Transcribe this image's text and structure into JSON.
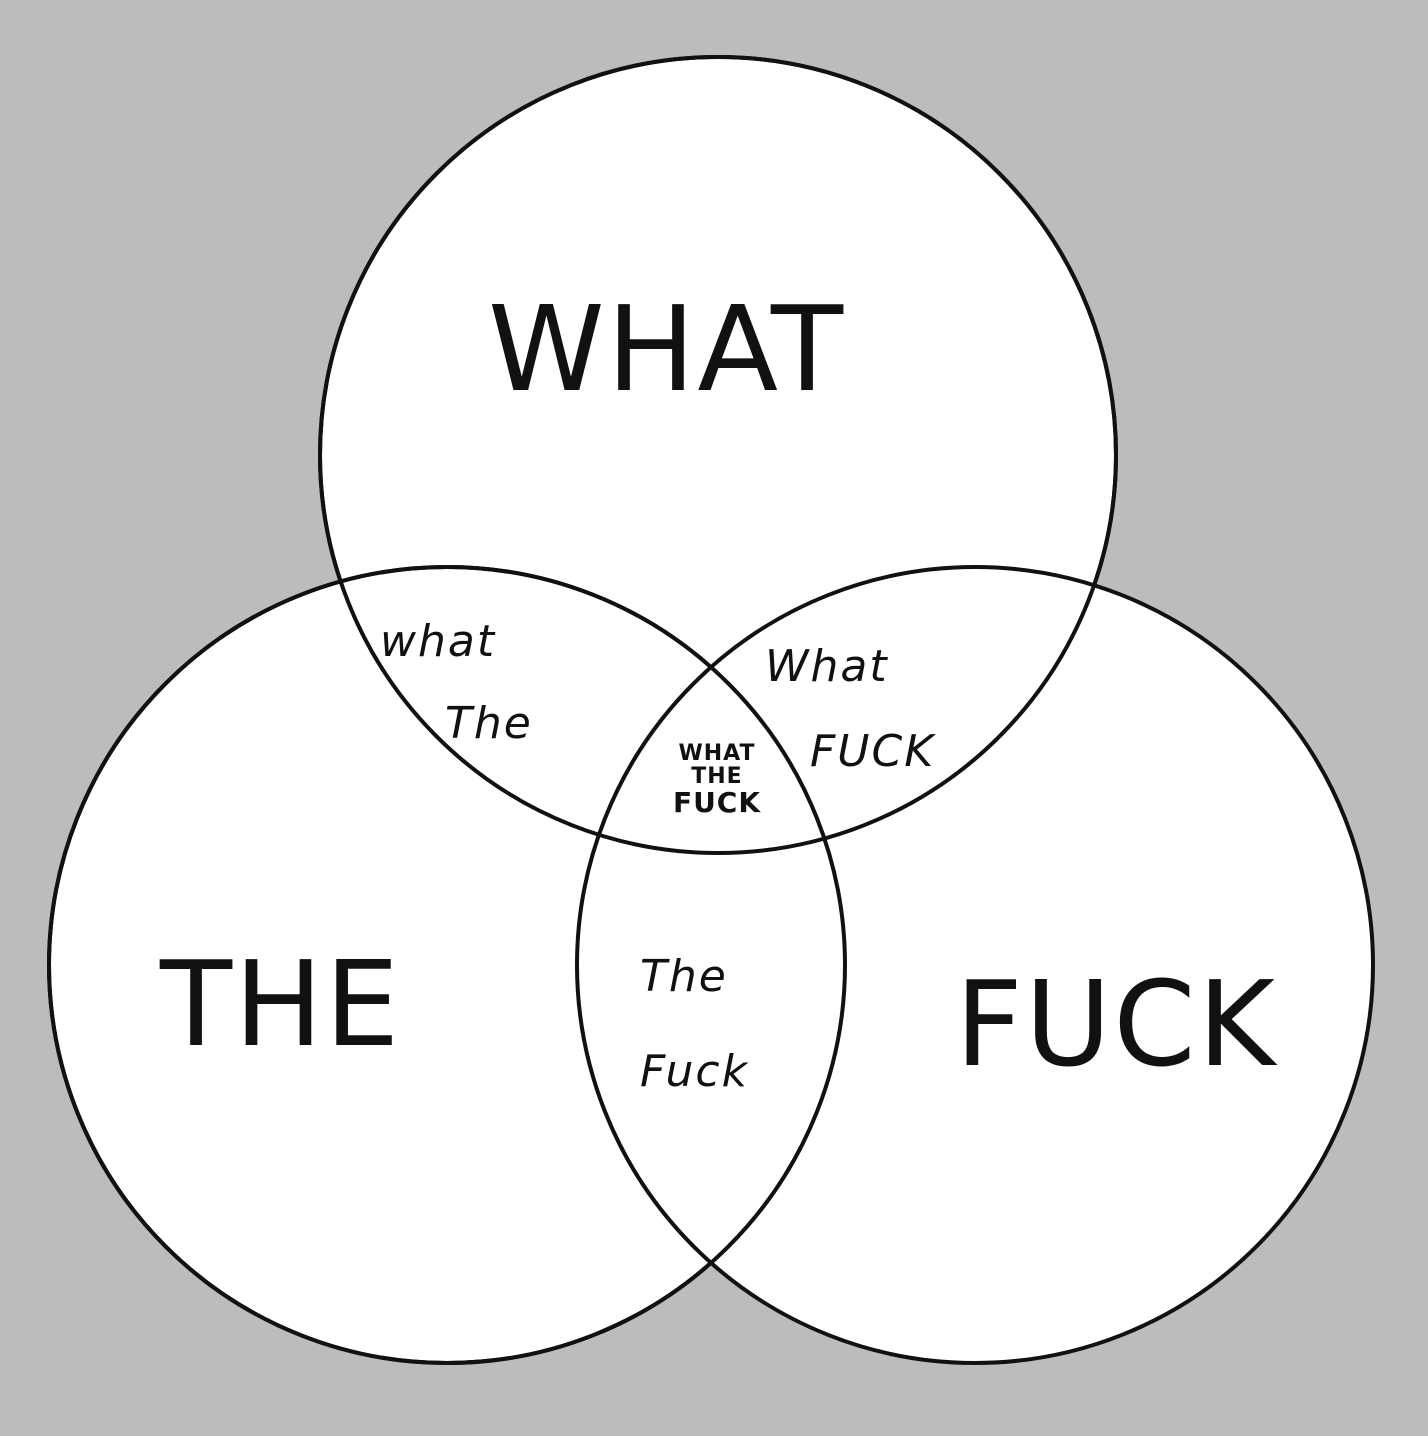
{
  "diagram": {
    "type": "venn",
    "background_color": "#bcbcbc",
    "circle_fill": "#ffffff",
    "stroke_color": "#111111",
    "circles": [
      {
        "id": "what",
        "label": "WHAT"
      },
      {
        "id": "the",
        "label": "THE"
      },
      {
        "id": "fuck",
        "label": "FUCK"
      }
    ],
    "intersections": {
      "what_the": {
        "line1": "what",
        "line2": "The"
      },
      "what_fuck": {
        "line1": "What",
        "line2": "FUCK"
      },
      "the_fuck": {
        "line1": "The",
        "line2": "Fuck"
      },
      "center": {
        "line1": "WHAT",
        "line2": "THE",
        "line3": "FUCK"
      }
    }
  }
}
